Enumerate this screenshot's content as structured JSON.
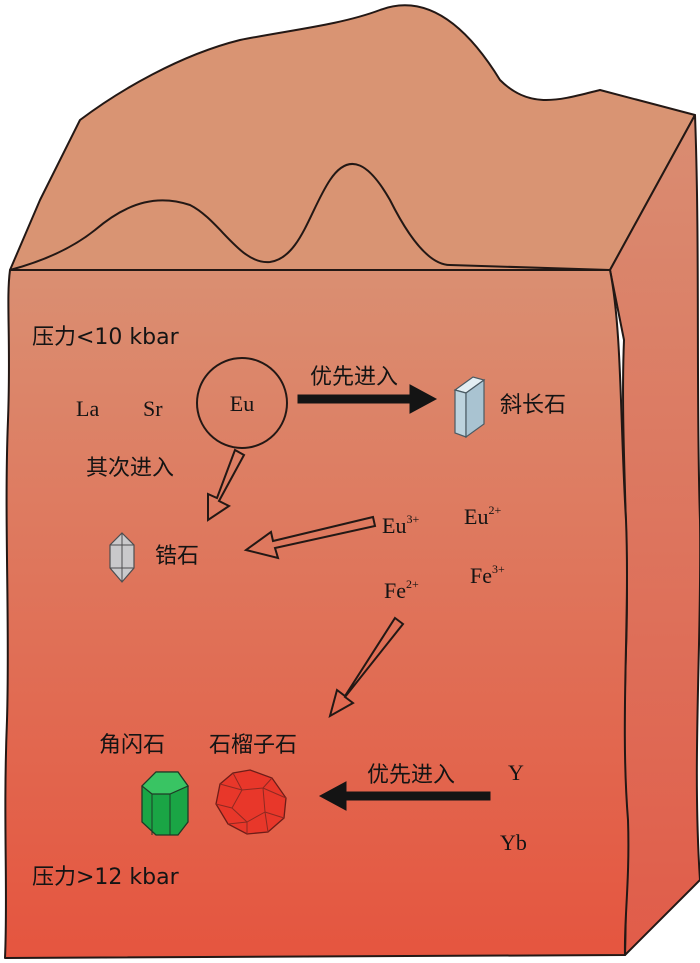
{
  "labels": {
    "low_pressure": "压力<10 kbar",
    "high_pressure": "压力>12 kbar",
    "la": "La",
    "sr": "Sr",
    "eu": "Eu",
    "preferential_entry_1": "优先进入",
    "plagioclase": "斜长石",
    "secondary_entry": "其次进入",
    "zircon": "锆石",
    "eu3_base": "Eu",
    "eu3_sup": "3+",
    "eu2_base": "Eu",
    "eu2_sup": "2+",
    "fe2_base": "Fe",
    "fe2_sup": "2+",
    "fe3_base": "Fe",
    "fe3_sup": "3+",
    "amphibole": "角闪石",
    "garnet": "石榴子石",
    "preferential_entry_2": "优先进入",
    "y": "Y",
    "yb": "Yb"
  },
  "colors": {
    "front_top": "#da8f72",
    "front_bottom": "#e5553f",
    "top_face": "#d99473",
    "side_face_top": "#d98d72",
    "side_face_bottom": "#e15c49",
    "outline": "#231815",
    "plagioclase": "#bdd3de",
    "zircon": "#c9c9cb",
    "amphibole": "#1aa545",
    "garnet": "#e8372a"
  }
}
